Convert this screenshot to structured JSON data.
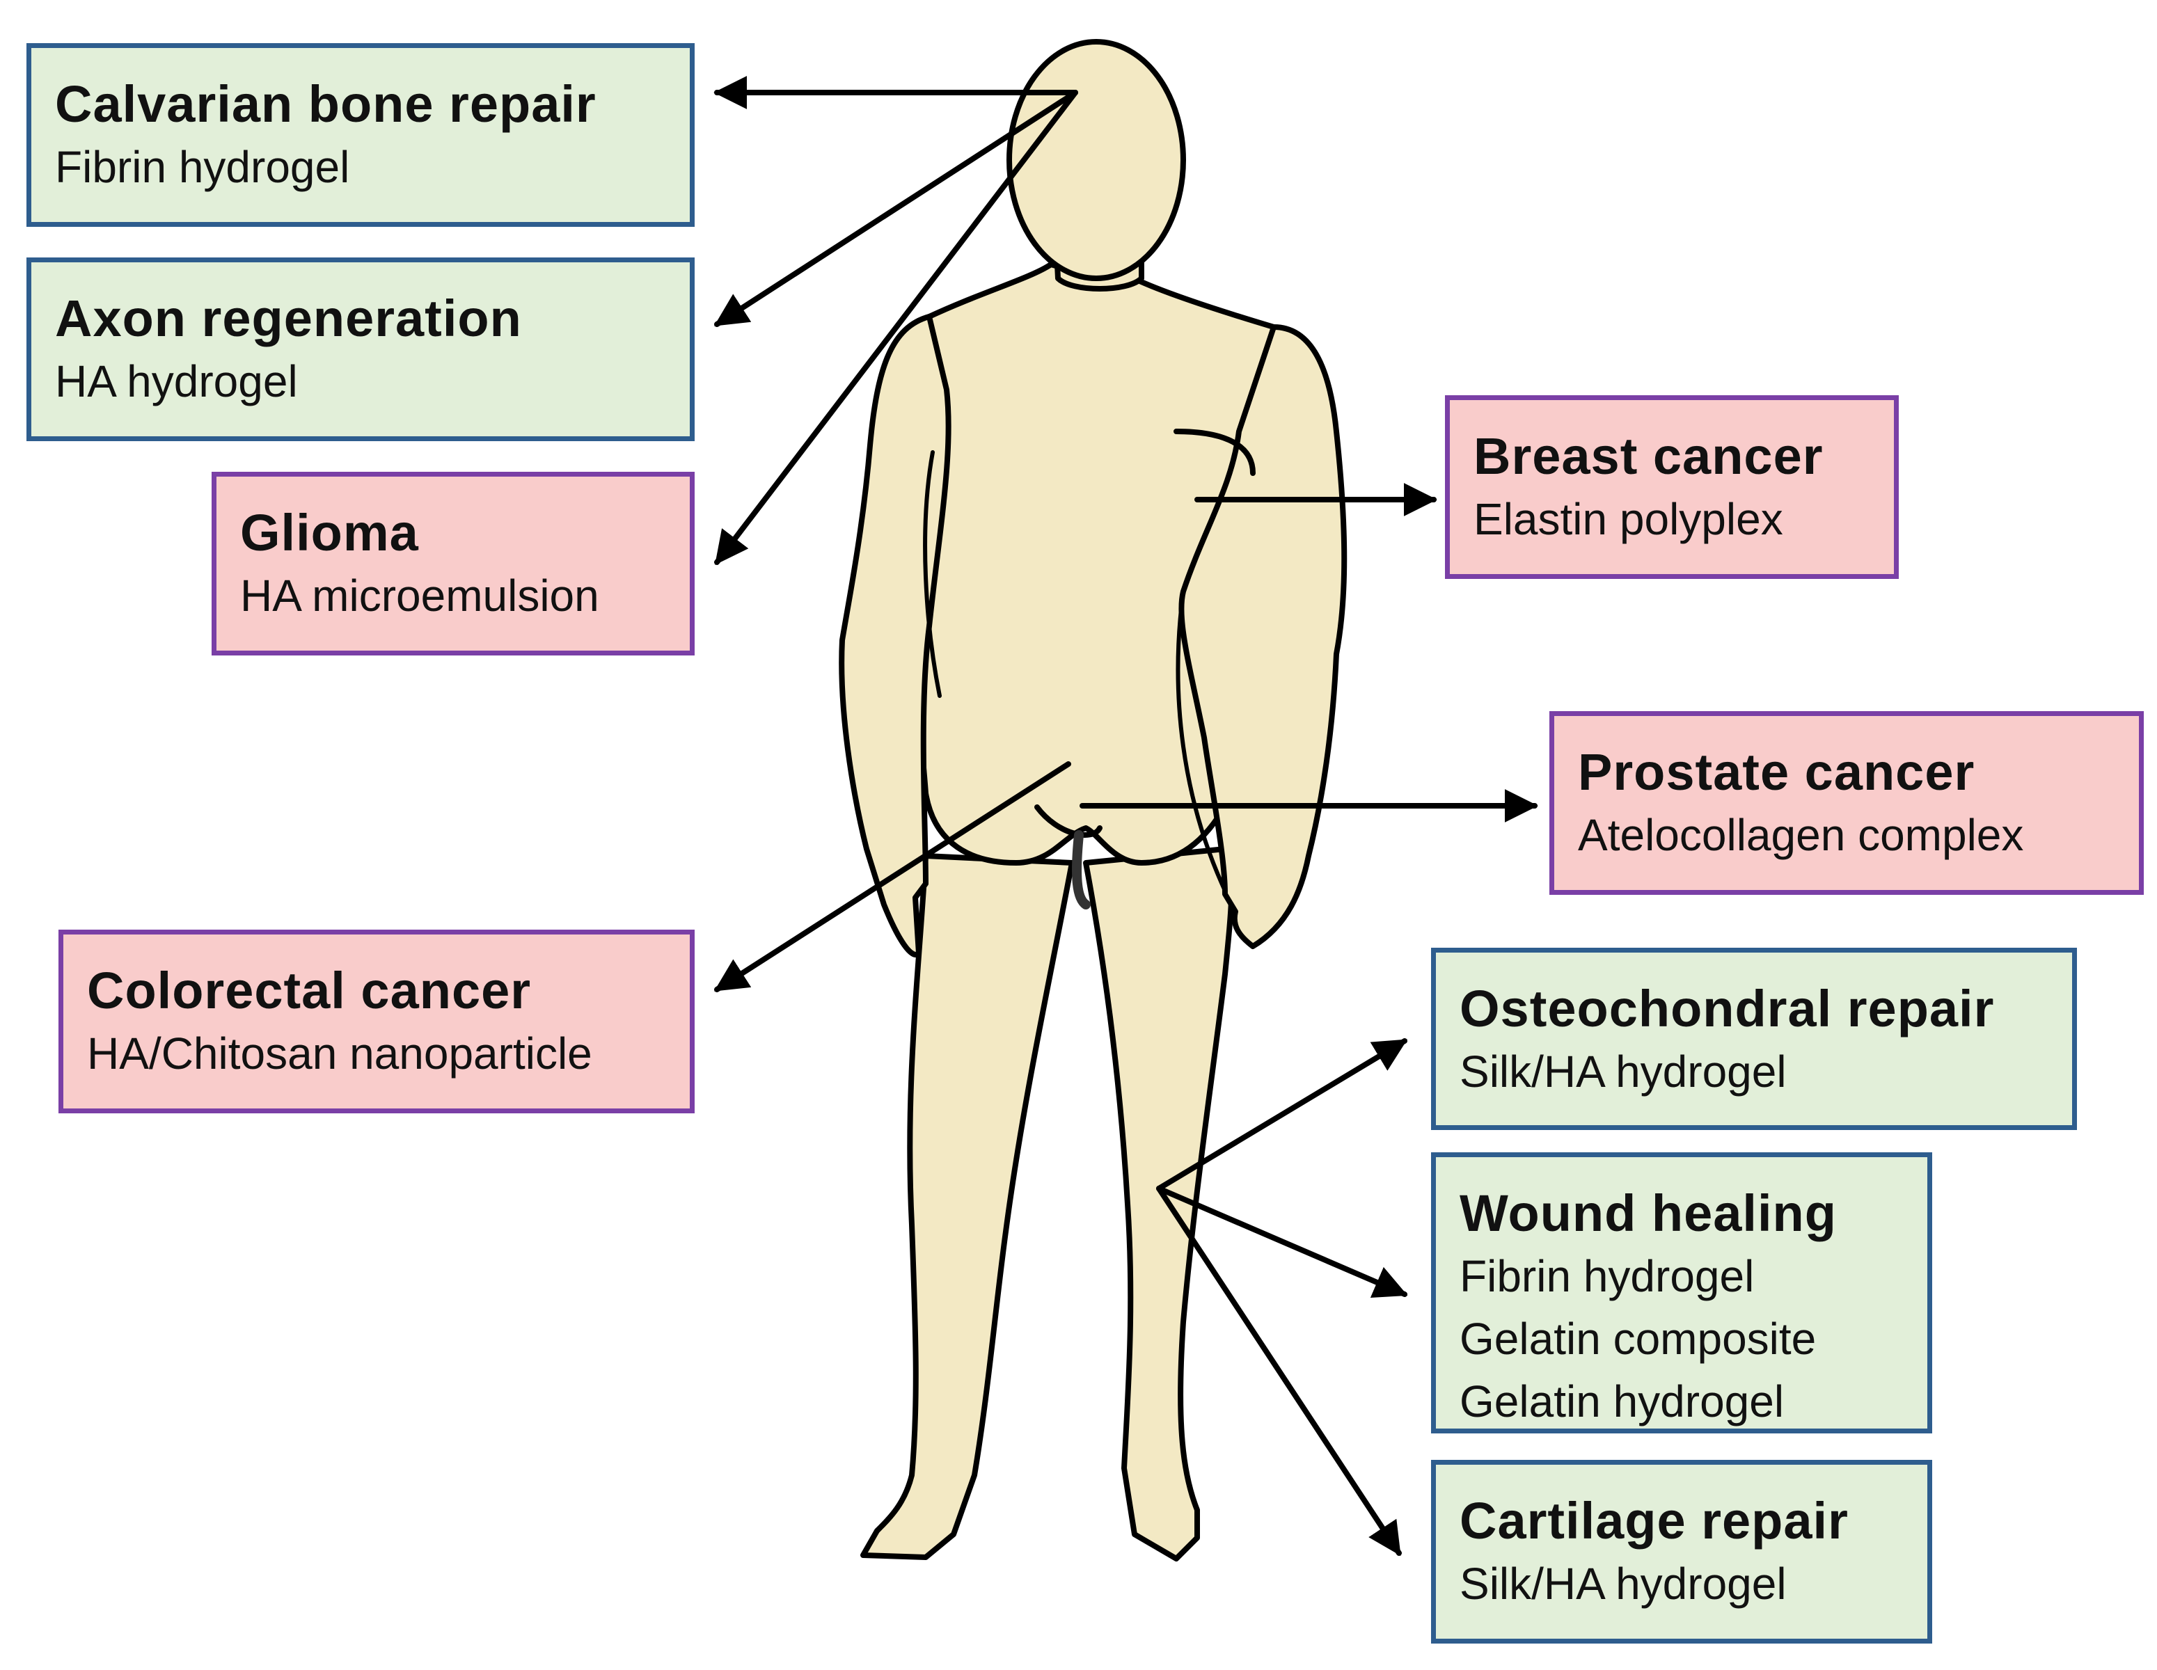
{
  "colors": {
    "body_fill": "#f3e9c4",
    "outline": "#000000",
    "arrow": "#000000",
    "regeneration_box_fill": "#e2efd9",
    "regeneration_box_border": "#2e5d8e",
    "cancer_box_fill": "#f9cccb",
    "cancer_box_border": "#7a3fa6"
  },
  "boxes": {
    "calvarian": {
      "title": "Calvarian bone repair",
      "items": [
        "Fibrin hydrogel"
      ]
    },
    "axon": {
      "title": "Axon regeneration",
      "items": [
        "HA hydrogel"
      ]
    },
    "glioma": {
      "title": "Glioma",
      "items": [
        "HA microemulsion"
      ]
    },
    "colorectal": {
      "title": "Colorectal cancer",
      "items": [
        "HA/Chitosan nanoparticle"
      ]
    },
    "breast": {
      "title": "Breast cancer",
      "items": [
        "Elastin polyplex"
      ]
    },
    "prostate": {
      "title": "Prostate cancer",
      "items": [
        "Atelocollagen complex"
      ]
    },
    "osteochondral": {
      "title": "Osteochondral repair",
      "items": [
        "Silk/HA hydrogel"
      ]
    },
    "wound": {
      "title": "Wound healing",
      "items": [
        "Fibrin hydrogel",
        "Gelatin composite",
        "Gelatin hydrogel"
      ]
    },
    "cartilage": {
      "title": "Cartilage repair",
      "items": [
        "Silk/HA hydrogel"
      ]
    }
  }
}
